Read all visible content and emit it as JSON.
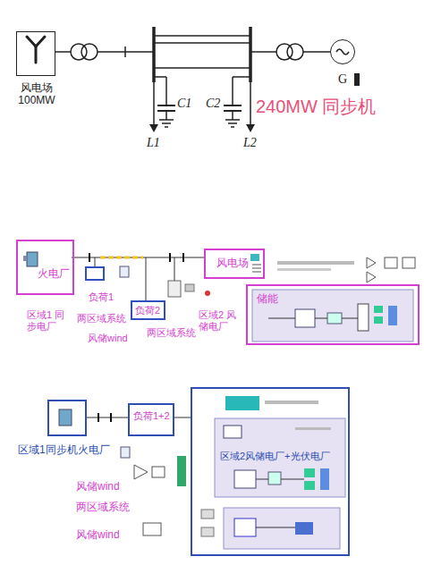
{
  "diagram": {
    "nodes": [
      {
        "text": [
          "风电场 100MW"
        ]
      },
      {
        "text": [
          "G"
        ]
      },
      {
        "text": [
          "火电厂"
        ]
      },
      {
        "text": [
          "负荷1"
        ]
      },
      {
        "text": [
          "负荷2"
        ]
      },
      {
        "text": [
          "风电场"
        ]
      },
      {
        "text": [
          "储能"
        ]
      },
      {
        "text": [
          "区域1同步机火电厂"
        ]
      },
      {
        "text": [
          "负荷1+2"
        ]
      },
      {
        "text": [
          "区域2风储电厂+光伏电厂"
        ]
      }
    ],
    "labels": [
      "240MW 同步机",
      "C1",
      "C2",
      "L1",
      "L2",
      "区域1 同步电厂",
      "两区域系统",
      "风储wind",
      "两区域系统",
      "区域2 风储电厂",
      "风储wind",
      "两区域系统",
      "风储wind"
    ]
  }
}
